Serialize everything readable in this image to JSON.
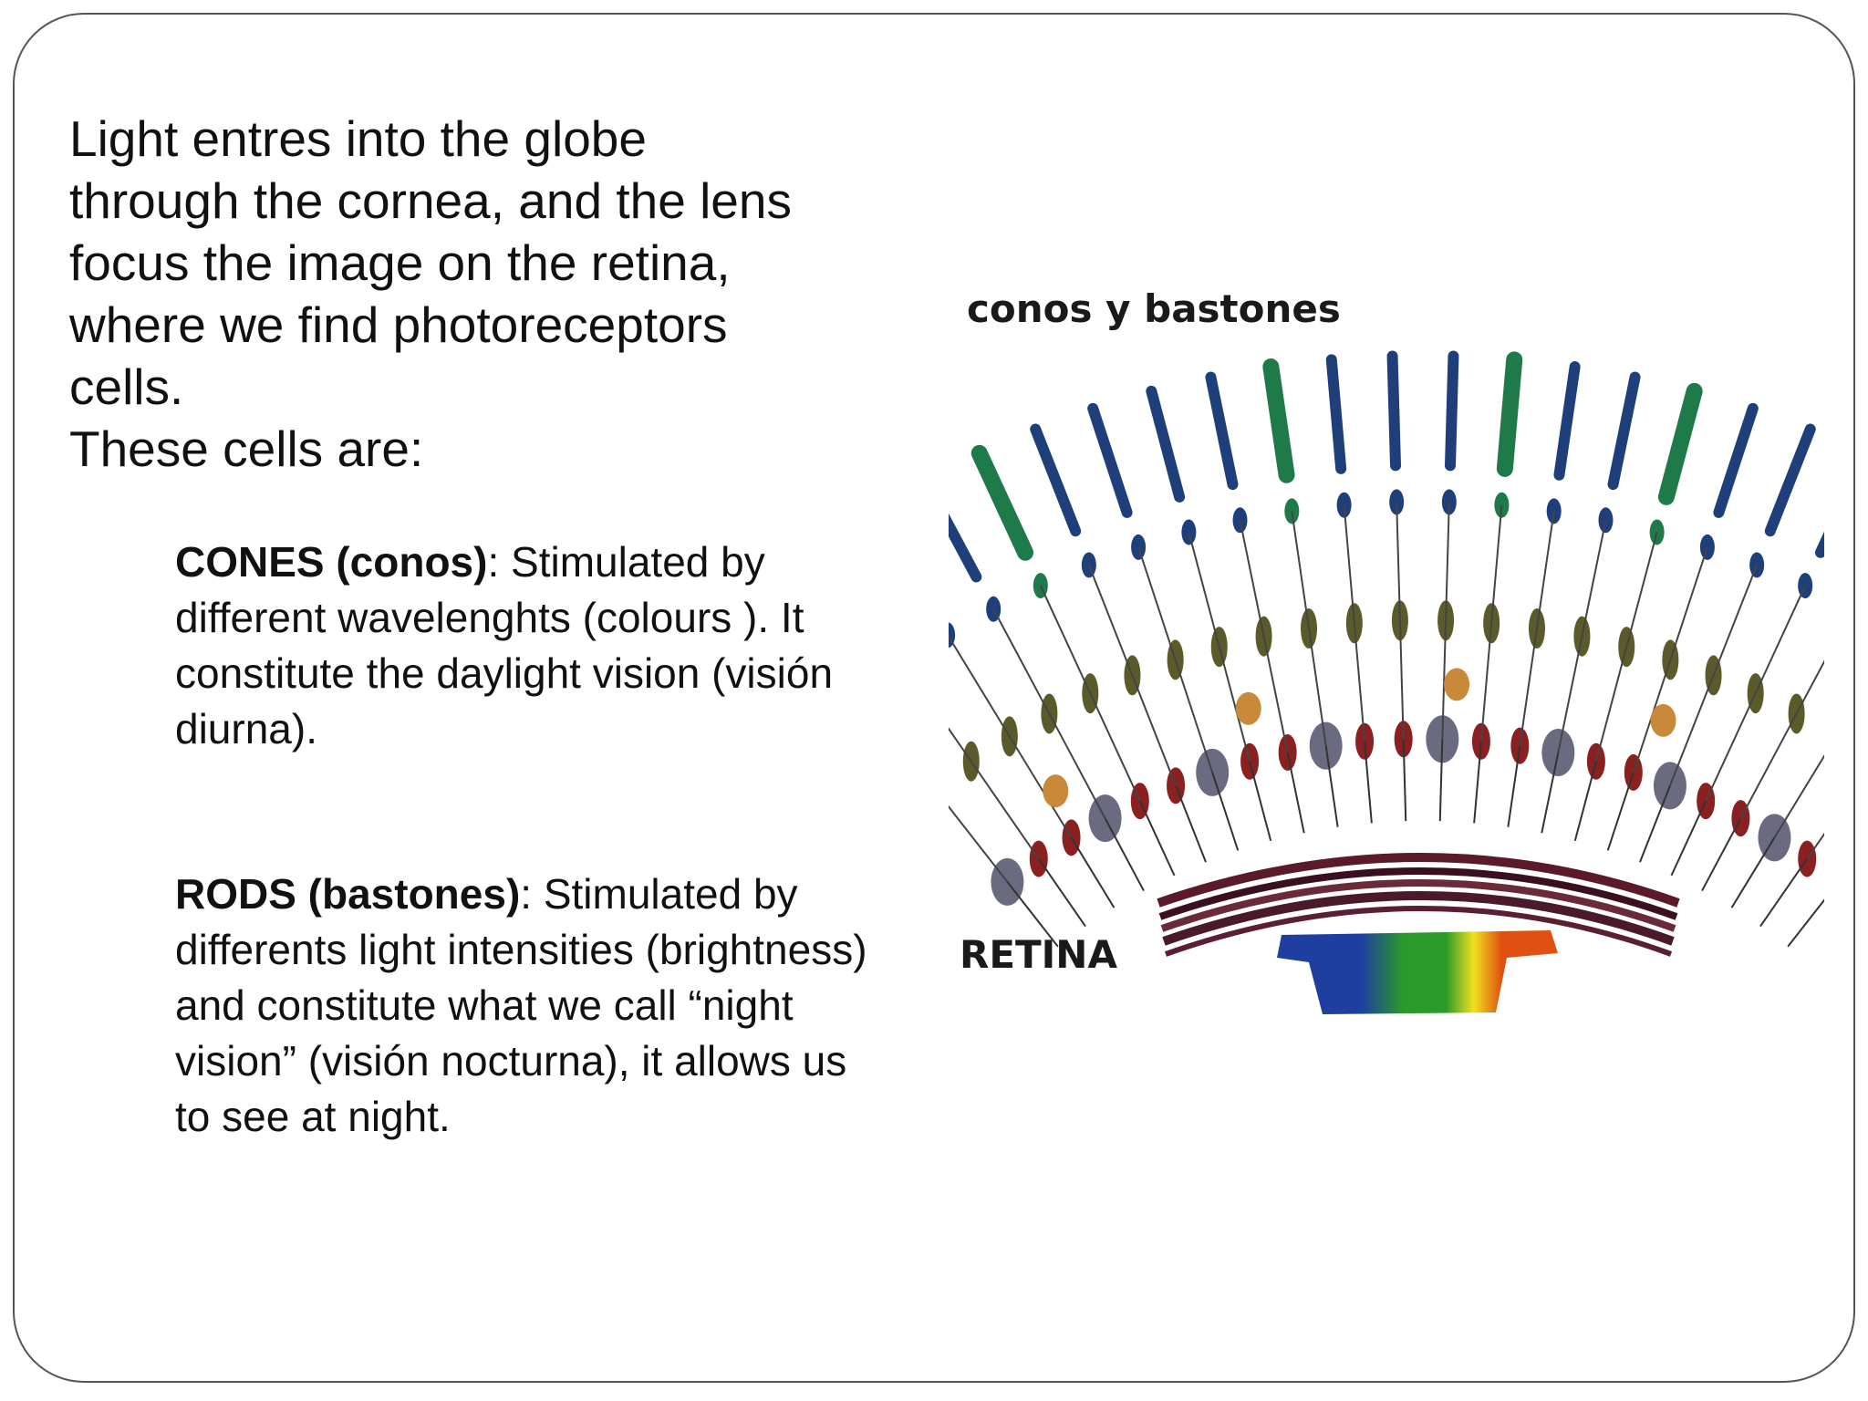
{
  "intro": {
    "lines": [
      "Light entres into the globe",
      "through the cornea, and the lens",
      "focus the image on the retina,",
      "where we find photoreceptors",
      "cells.",
      "These cells are:"
    ]
  },
  "cones": {
    "term": "CONES (conos)",
    "text": ": Stimulated by different wavelenghts (colours ). It constitute the daylight vision (visión diurna)."
  },
  "rods": {
    "term": "RODS (bastones)",
    "text": ": Stimulated by differents light intensities (brightness) and constitute what we call “night vision” (visión nocturna), it allows us to see at night."
  },
  "figure": {
    "title": "conos y bastones",
    "retina_label": "RETINA",
    "colors": {
      "rod": "#1f3f7a",
      "cone": "#1f7a4a",
      "bipolar": "#5a5a2a",
      "horizontal": "#c88a3a",
      "ganglion_gray": "#6a6a80",
      "ganglion_red": "#8a2020",
      "retina_band": "#5a1a2a",
      "spectrum": [
        "#1f3fa0",
        "#2a9a2a",
        "#f0e020",
        "#e05010"
      ]
    }
  }
}
